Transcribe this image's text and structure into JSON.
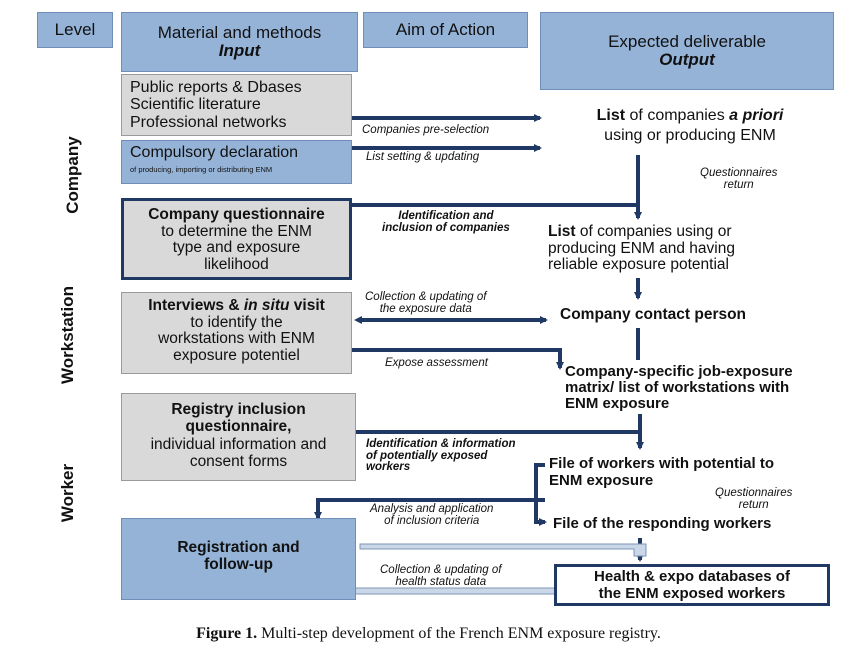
{
  "headers": {
    "level": "Level",
    "material": "Material and methods",
    "input": "Input",
    "aim": "Aim of Action",
    "expected": "Expected deliverable",
    "output": "Output"
  },
  "levels": {
    "company": "Company",
    "workstation": "Workstation",
    "worker": "Worker"
  },
  "inputs": {
    "sources_1": "Public reports & Dbases",
    "sources_2": "Scientific literature",
    "sources_3": "Professional networks",
    "compulsory": "Compulsory declaration",
    "compulsory_sub": "of producing, importing or distributing ENM",
    "questionnaire_title": "Company questionnaire",
    "questionnaire_1": "to determine the ENM",
    "questionnaire_2": "type and exposure",
    "questionnaire_3": "likelihood",
    "interviews_a": "Interviews & ",
    "interviews_b": "in situ",
    "interviews_c": " visit",
    "interviews_1": "to identify the",
    "interviews_2": "workstations with ENM",
    "interviews_3": "exposure potentiel",
    "registry_1": "Registry inclusion",
    "registry_2": "questionnaire,",
    "registry_3": "individual information and",
    "registry_4": "consent forms",
    "registration_1": "Registration and",
    "registration_2": "follow-up"
  },
  "actions": {
    "preselection": "Companies pre-selection",
    "list_setting": "List setting & updating",
    "identification_1": "Identification and",
    "identification_2": "inclusion of companies",
    "collection_1": "Collection & updating of",
    "collection_2": "the exposure data",
    "expose": "Expose assessment",
    "idinfo_1": "Identification & information",
    "idinfo_2": "of potentially  exposed",
    "idinfo_3": "workers",
    "analysis_1": "Analysis and application",
    "analysis_2": "of inclusion criteria",
    "health_coll_1": "Collection & updating of",
    "health_coll_2": "health status data"
  },
  "outputs": {
    "list1_a": "List",
    "list1_b": " of companies ",
    "list1_c": "a priori",
    "list1_2": "using or producing ENM",
    "questionnaires_1": "Questionnaires",
    "questionnaires_2": "return",
    "list2_a": "List",
    "list2_b": " of companies using or",
    "list2_2": "producing ENM and having",
    "list2_3": "reliable exposure potential",
    "contact": "Company contact person",
    "matrix_1": "Company-specific job-exposure",
    "matrix_2": "matrix/ list of workstations with",
    "matrix_3": "ENM exposure",
    "file1_1": "File of workers with potential to",
    "file1_2": "ENM exposure",
    "questionnaires2_1": "Questionnaires",
    "questionnaires2_2": "return",
    "file2": "File of the responding workers",
    "health_1": "Health & expo databases of",
    "health_2": "the ENM exposed workers"
  },
  "caption": {
    "label": "Figure 1.",
    "text": " Multi-step development of the French ENM exposure registry."
  },
  "colors": {
    "box_blue": "#95b3d7",
    "box_grey": "#d9d9d9",
    "arrow": "#1f3864"
  }
}
